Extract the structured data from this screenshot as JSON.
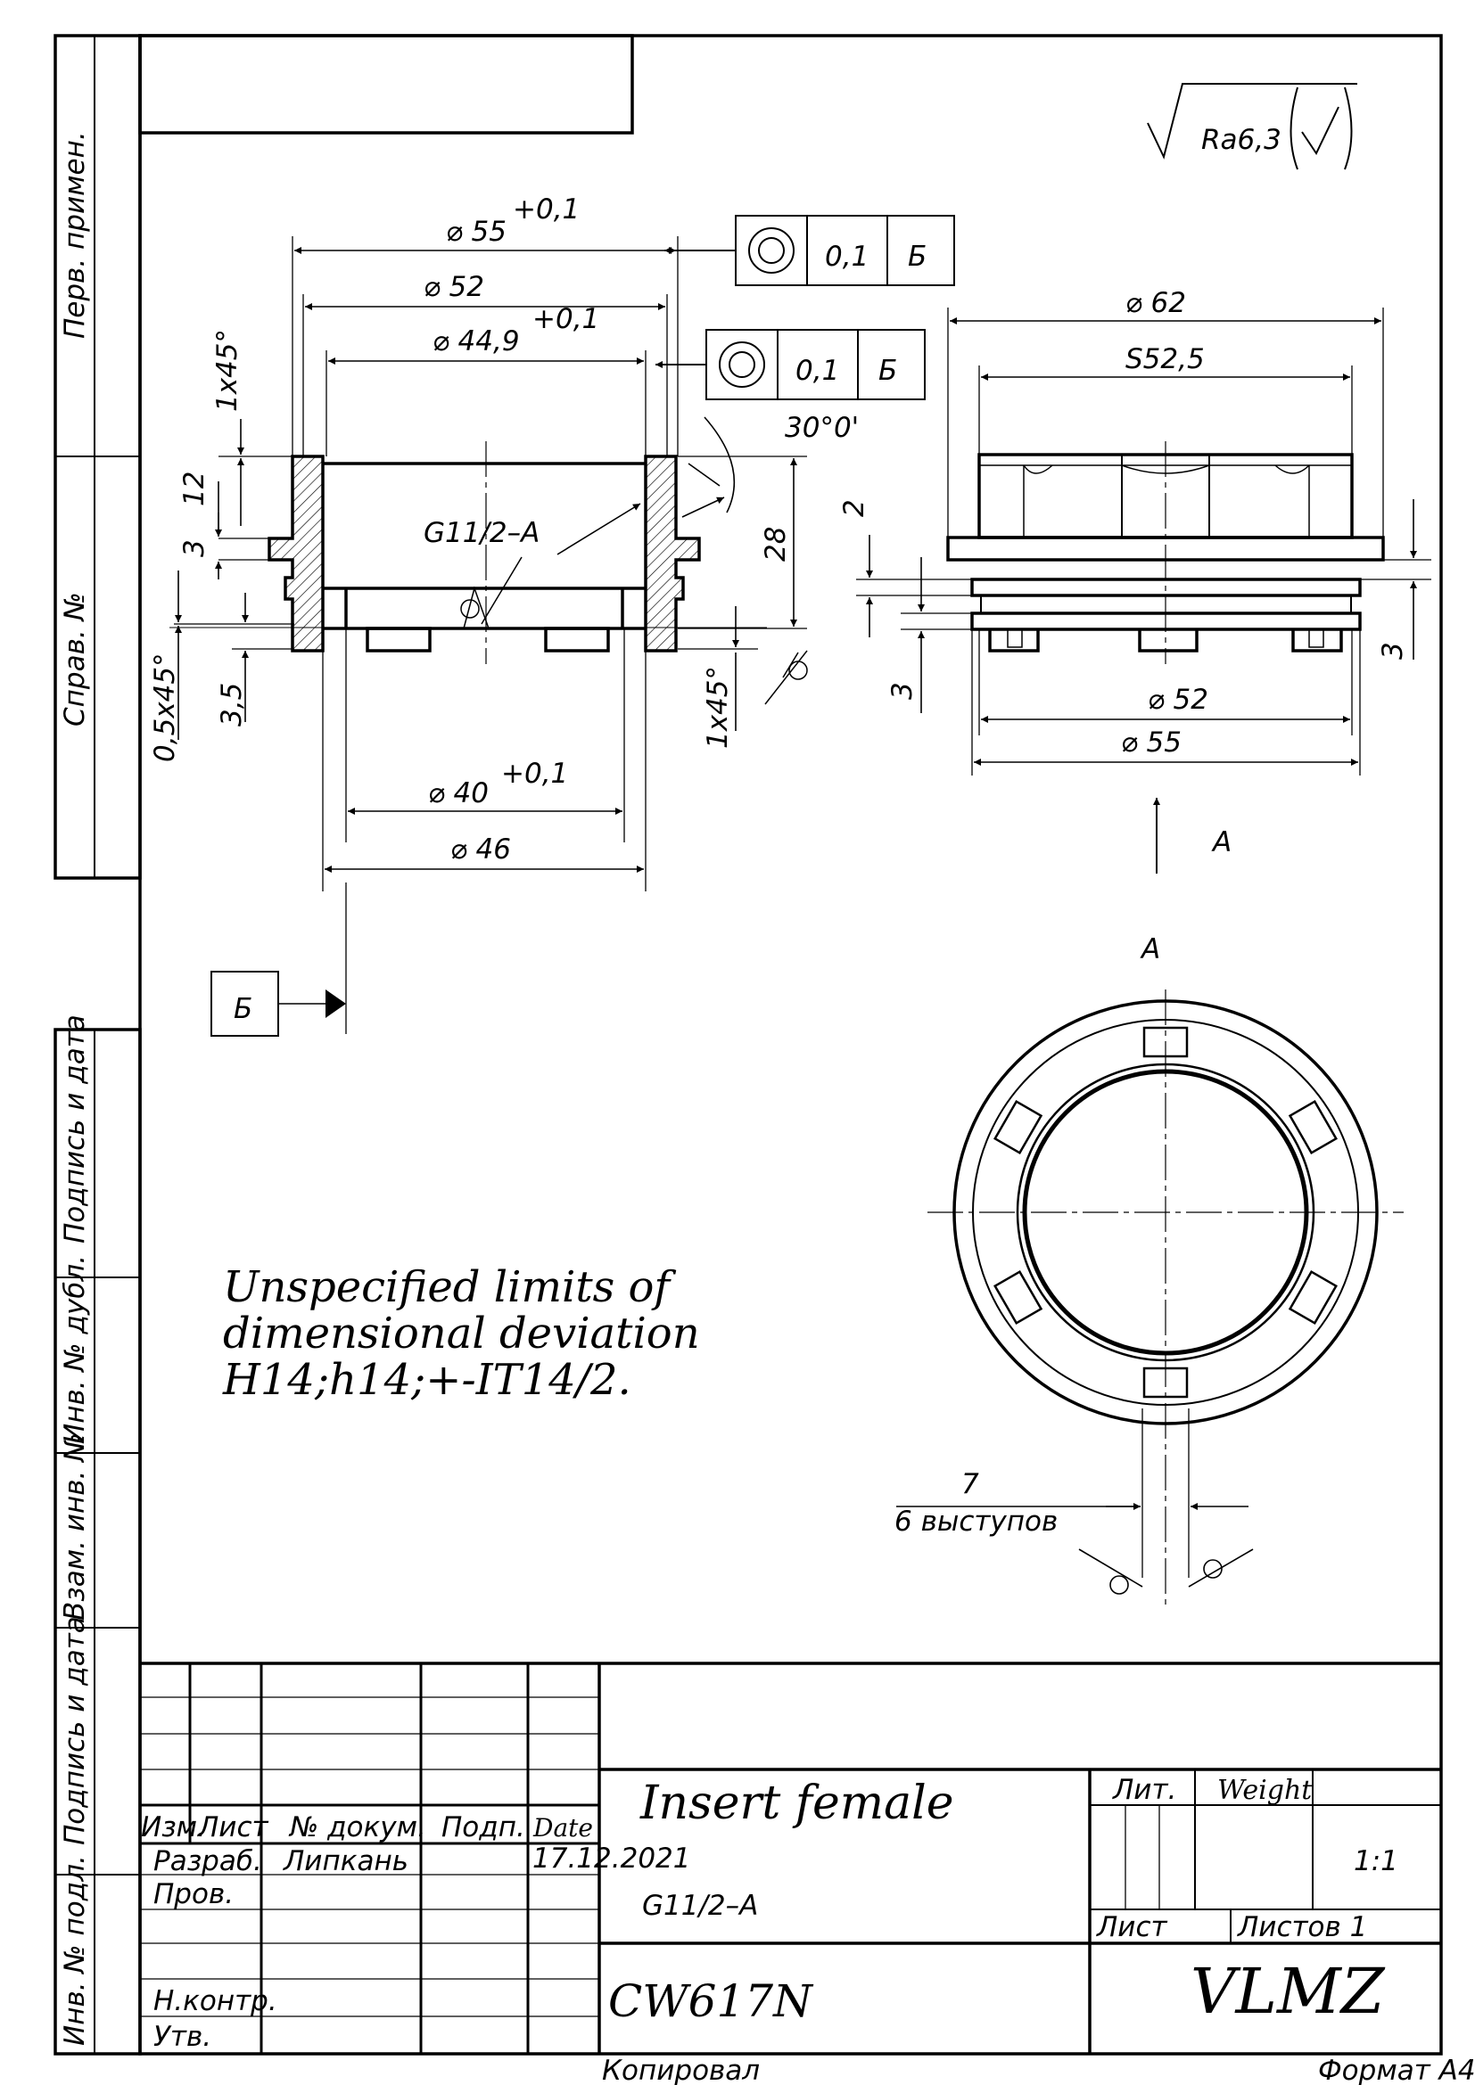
{
  "roughness": {
    "symbol": "Ra6,3"
  },
  "gdt": {
    "frame1": {
      "tolerance": "0,1",
      "datum": "Б"
    },
    "frame2": {
      "tolerance": "0,1",
      "datum": "Б"
    }
  },
  "datum_flag": {
    "letter": "Б"
  },
  "section_view": {
    "dim_d55": "⌀ 55",
    "dim_d55_tol": "+0,1",
    "dim_d52": "⌀ 52",
    "dim_d449": "⌀ 44,9",
    "dim_d449_tol": "+0,1",
    "dim_d40": "⌀ 40",
    "dim_d40_tol": "+0,1",
    "dim_d46": "⌀ 46",
    "thread": "G11/2–A",
    "chamfer_top": "1x45°",
    "chamfer_bottom_left": "0,5x45°",
    "chamfer_bottom_right": "1x45°",
    "dim_12": "12",
    "dim_3": "3",
    "dim_35": "3,5",
    "dim_28": "28",
    "angle": "30°0'"
  },
  "front_view": {
    "dim_d62": "⌀ 62",
    "dim_s525": "S52,5",
    "dim_d52": "⌀ 52",
    "dim_d55": "⌀ 55",
    "dim_2": "2",
    "dim_3_left": "3",
    "dim_3_right": "3"
  },
  "view_arrow": {
    "label": "A"
  },
  "view_a": {
    "title": "A",
    "dim_7": "7",
    "lugs_note": "6 выступов"
  },
  "note": {
    "line1": "Unspecified limits of",
    "line2": "dimensional deviation",
    "line3": "H14;h14;+-IT14/2."
  },
  "side_labels": {
    "perv_primen": "Перв. примен.",
    "sprav_no": "Справ. №",
    "podpis_data_1": "Подпись и дата",
    "inv_dubl": "Инв. № дубл.",
    "vzam_inv": "Взам. инв. №",
    "podpis_data_2": "Подпись и дата",
    "inv_podl": "Инв. № подл."
  },
  "title_block": {
    "col_izm": "Изм.",
    "col_list": "Лист",
    "col_docum": "№ докум.",
    "col_podp": "Подп.",
    "col_date": "Date",
    "razrab_label": "Разраб.",
    "razrab_name": "Липкань",
    "razrab_date": "17.12.2021",
    "prov_label": "Пров.",
    "nkontr_label": "Н.контр.",
    "utv_label": "Утв.",
    "name": "Insert female",
    "designation": "G11/2–A",
    "material": "CW617N",
    "lit_label": "Лит.",
    "weight_label": "Weight",
    "scale": "1:1",
    "sheet_label": "Лист",
    "sheets_label": "Листов 1",
    "company": "VLMZ"
  },
  "footer": {
    "copied": "Копировал",
    "format": "Формат A4"
  }
}
